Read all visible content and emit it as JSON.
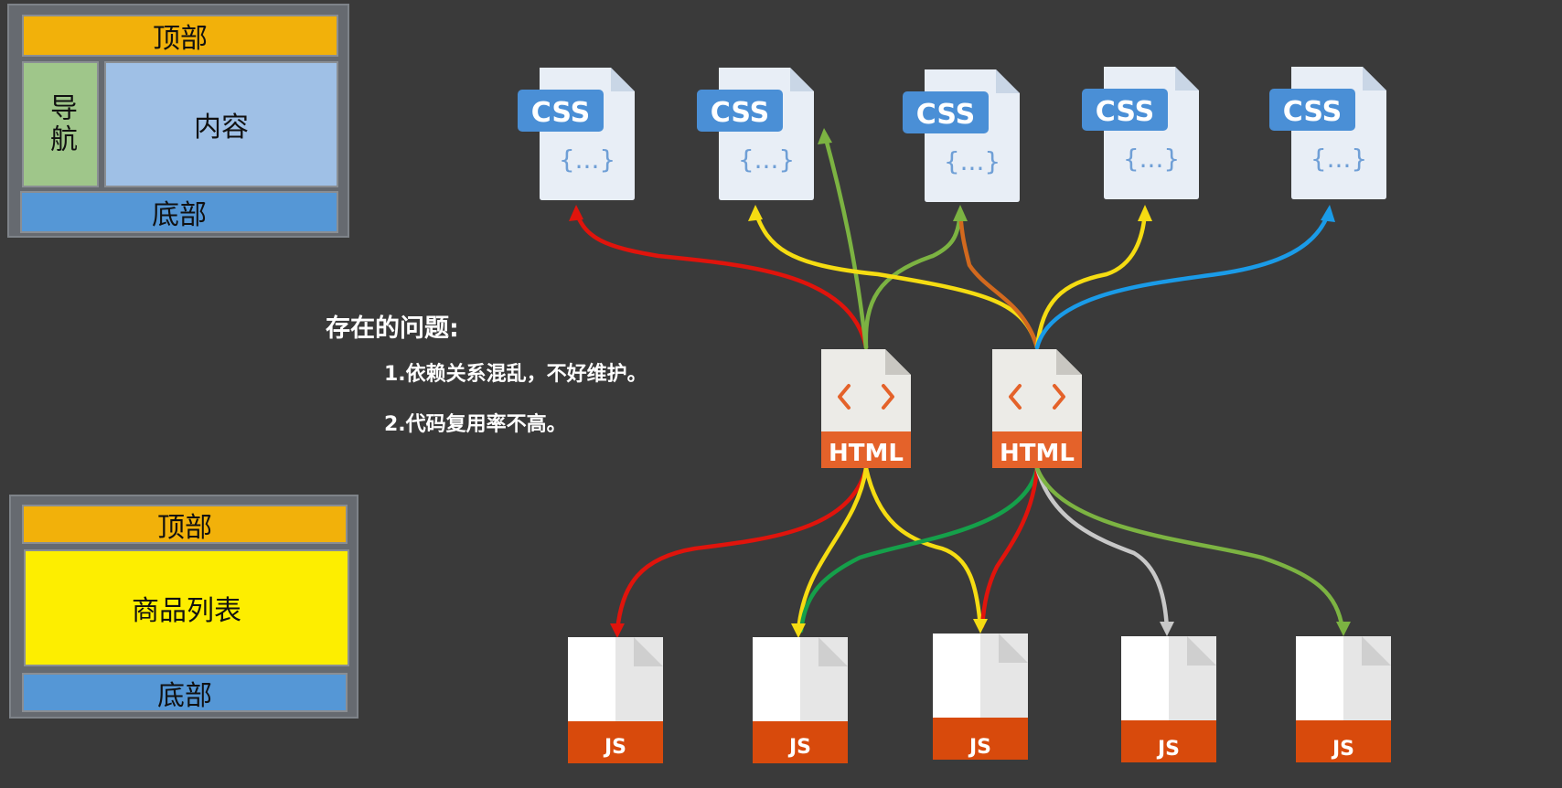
{
  "layout_panel_1": {
    "top": "顶部",
    "nav": "导航",
    "content": "内容",
    "bottom": "底部"
  },
  "layout_panel_2": {
    "top": "顶部",
    "list": "商品列表",
    "bottom": "底部"
  },
  "problems": {
    "title": "存在的问题:",
    "items": [
      "1.依赖关系混乱，不好维护。",
      "2.代码复用率不高。"
    ]
  },
  "files": {
    "css_label": "CSS",
    "css_braces": "{...}",
    "html_label": "HTML",
    "html_glyph": "< >",
    "js_label": "JS"
  },
  "colors": {
    "background": "#3a3a3a",
    "css_badge": "#4a8fd6",
    "css_page": "#e8eef6",
    "html_badge": "#e4622a",
    "html_page": "#ecebe7",
    "js_badge": "#d84a0c",
    "js_page": "#ffffff",
    "arrow_red": "#e0140c",
    "arrow_yellow": "#f5dc12",
    "arrow_green": "#7cb342",
    "arrow_orange": "#d2691e",
    "arrow_blue": "#1a9be8",
    "arrow_darkgreen": "#15a04a",
    "arrow_gray": "#c8c8c8"
  }
}
